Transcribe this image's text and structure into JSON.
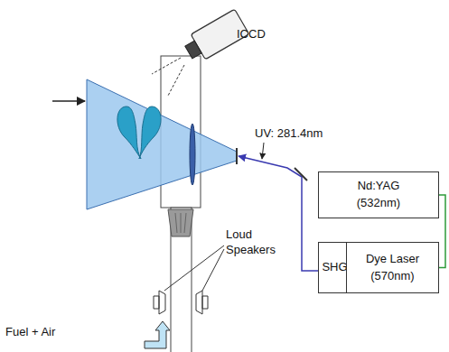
{
  "diagram": {
    "nodes": [
      {
        "text": [
          "Nd:YAG (532nm)"
        ]
      },
      {
        "text": [
          "SHG"
        ]
      },
      {
        "text": [
          "Dye Laser (570nm)"
        ]
      }
    ],
    "edges": [
      {
        "from": 0,
        "to": 2,
        "arrow": "none"
      }
    ],
    "labels": [
      "ICCD",
      "UV: 281.4nm",
      "Loud Speakers",
      "Fuel + Air"
    ]
  }
}
